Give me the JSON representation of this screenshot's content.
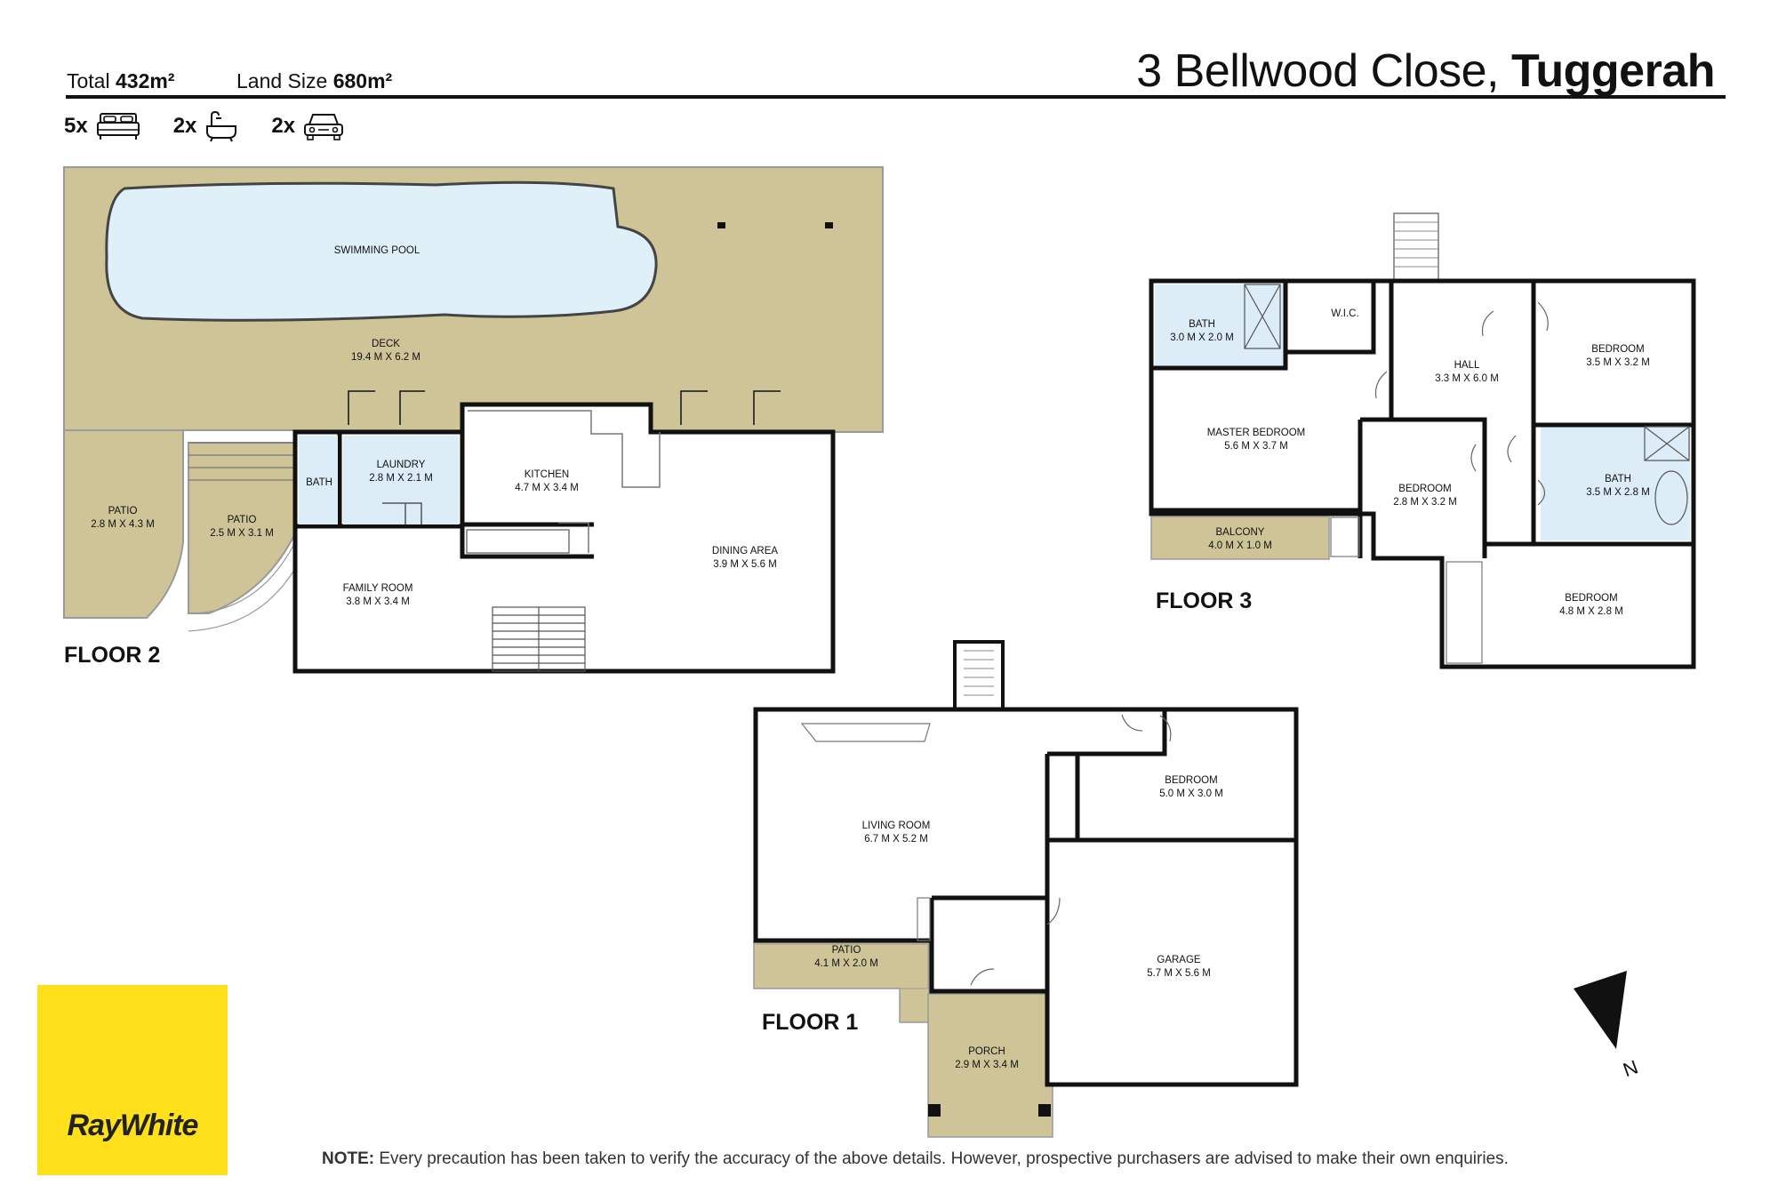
{
  "header": {
    "total_label": "Total",
    "total_value": "432m²",
    "land_label": "Land Size",
    "land_value": "680m²",
    "address_street": "3 Bellwood Close,",
    "address_suburb": "Tuggerah"
  },
  "counts": {
    "bedrooms": "5x",
    "bathrooms": "2x",
    "garage": "2x",
    "icons": [
      "bed-icon",
      "bath-icon",
      "car-icon"
    ]
  },
  "floors": {
    "floor1": "FLOOR 1",
    "floor2": "FLOOR 2",
    "floor3": "FLOOR 3"
  },
  "rooms": {
    "pool": [
      "SWIMMING POOL"
    ],
    "deck": [
      "DECK",
      "19.4 M X 6.2 M"
    ],
    "patio_a": [
      "PATIO",
      "2.8 M X 4.3 M"
    ],
    "patio_b": [
      "PATIO",
      "2.5 M X 3.1 M"
    ],
    "bath_f2": [
      "BATH"
    ],
    "laundry": [
      "LAUNDRY",
      "2.8 M X 2.1 M"
    ],
    "kitchen": [
      "KITCHEN",
      "4.7 M X 3.4 M"
    ],
    "dining": [
      "DINING AREA",
      "3.9 M X 5.6 M"
    ],
    "family": [
      "FAMILY ROOM",
      "3.8 M X 3.4 M"
    ],
    "bath_f3a": [
      "BATH",
      "3.0 M X 2.0 M"
    ],
    "wic": [
      "W.I.C."
    ],
    "hall": [
      "HALL",
      "3.3 M X 6.0 M"
    ],
    "bed_f3a": [
      "BEDROOM",
      "3.5 M X 3.2 M"
    ],
    "master": [
      "MASTER BEDROOM",
      "5.6 M X 3.7 M"
    ],
    "bed_f3b": [
      "BEDROOM",
      "2.8 M X 3.2 M"
    ],
    "bath_f3b": [
      "BATH",
      "3.5 M X 2.8 M"
    ],
    "balcony": [
      "BALCONY",
      "4.0 M X 1.0 M"
    ],
    "bed_f3c": [
      "BEDROOM",
      "4.8 M X 2.8 M"
    ],
    "living": [
      "LIVING ROOM",
      "6.7 M X 5.2 M"
    ],
    "bed_f1": [
      "BEDROOM",
      "5.0 M X 3.0 M"
    ],
    "patio_f1": [
      "PATIO",
      "4.1 M X 2.0 M"
    ],
    "garage": [
      "GARAGE",
      "5.7 M X 5.6 M"
    ],
    "porch": [
      "PORCH",
      "2.9 M X 3.4 M"
    ]
  },
  "compass": "N",
  "logo": "RayWhite",
  "note_label": "NOTE:",
  "note_text": " Every precaution has been taken to verify the accuracy of the above details. However, prospective purchasers are advised to make their own enquiries.",
  "colors": {
    "deck": "#cec497",
    "pool": "#dff0f9",
    "wet": "#ddedf7",
    "wall": "#111111",
    "logo": "#ffe01b"
  }
}
